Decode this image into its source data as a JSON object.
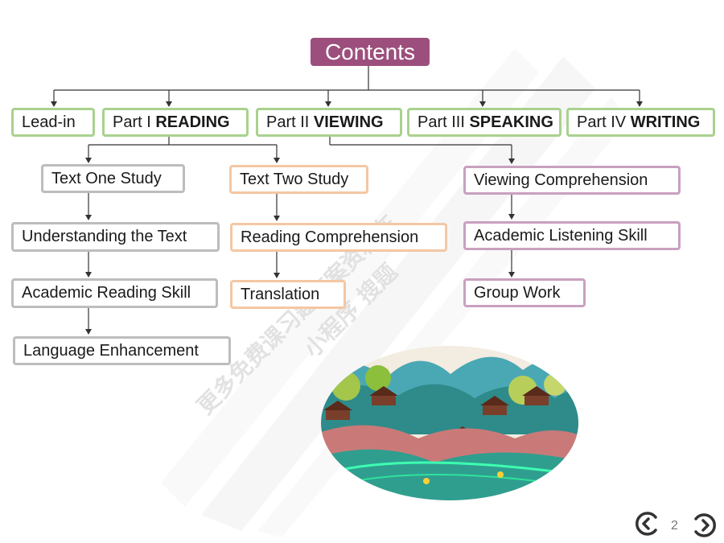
{
  "title": "Contents",
  "parts": [
    {
      "label": "Lead-in"
    },
    {
      "prefix": "Part I ",
      "bold": "READING"
    },
    {
      "prefix": "Part II ",
      "bold": "VIEWING"
    },
    {
      "prefix": "Part III ",
      "bold": "SPEAKING"
    },
    {
      "prefix": "Part IV ",
      "bold": "WRITING"
    }
  ],
  "reading_one": [
    "Text One Study",
    "Understanding the Text",
    "Academic Reading Skill",
    "Language Enhancement"
  ],
  "reading_two": [
    "Text Two Study",
    "Reading Comprehension",
    "Translation"
  ],
  "viewing": [
    "Viewing Comprehension",
    "Academic Listening Skill",
    "Group Work"
  ],
  "watermark": {
    "line1": "更多免费课习题答案资料在",
    "line2": "小程序 搜题"
  },
  "page_number": "2",
  "colors": {
    "title_bg": "#9c4f7c",
    "green": "#a9d18e",
    "gray": "#bdbdbd",
    "peach": "#f4c7a3",
    "mauve": "#c9a0bf"
  }
}
